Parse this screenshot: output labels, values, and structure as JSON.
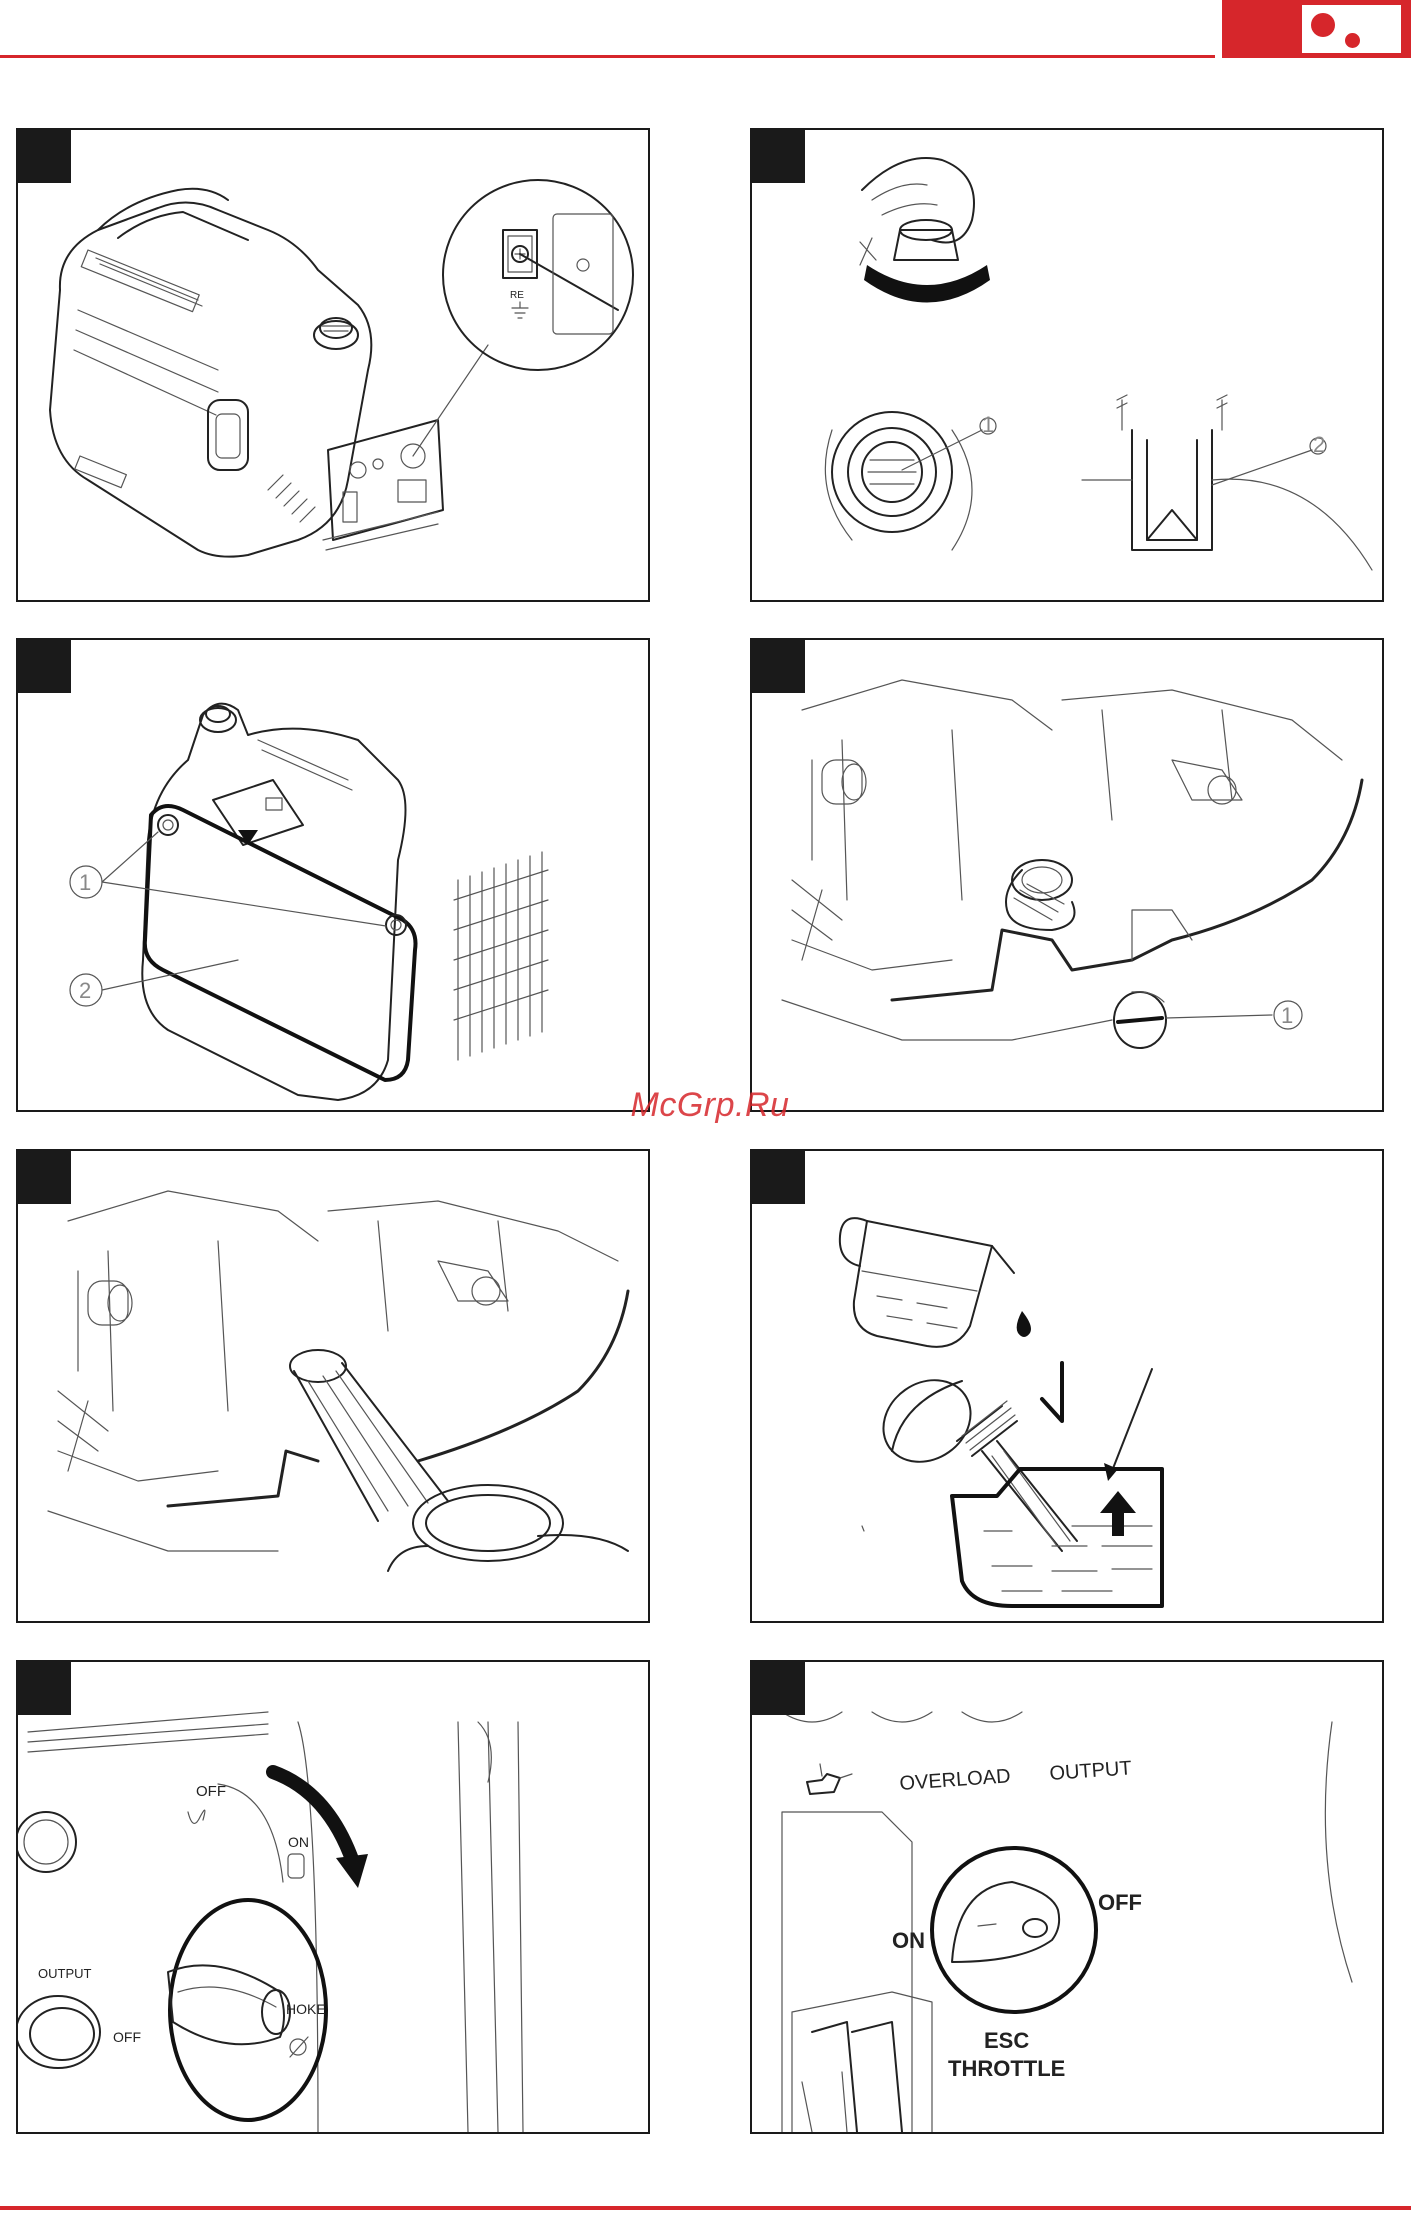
{
  "brand": {
    "accent_color": "#d6262b",
    "dot_color": "#d6262b"
  },
  "watermark": {
    "text": "McGrp.Ru"
  },
  "panels": {
    "p1": {
      "label": "RE"
    },
    "p2": {
      "callout_1": "1",
      "callout_2": "2"
    },
    "p3": {
      "callout_1": "1",
      "callout_2": "2"
    },
    "p4": {
      "callout_1": "1"
    },
    "p5": {},
    "p6": {},
    "p7": {
      "off_label": "OFF",
      "on_label": "ON",
      "choke_label": "HOKE",
      "output_label": "OUTPUT",
      "switch_off_label": "OFF"
    },
    "p8": {
      "overload_label": "OVERLOAD",
      "output_label": "OUTPUT",
      "on_label": "ON",
      "off_label": "OFF",
      "esc_label": "ESC",
      "throttle_label": "THROTTLE"
    }
  }
}
